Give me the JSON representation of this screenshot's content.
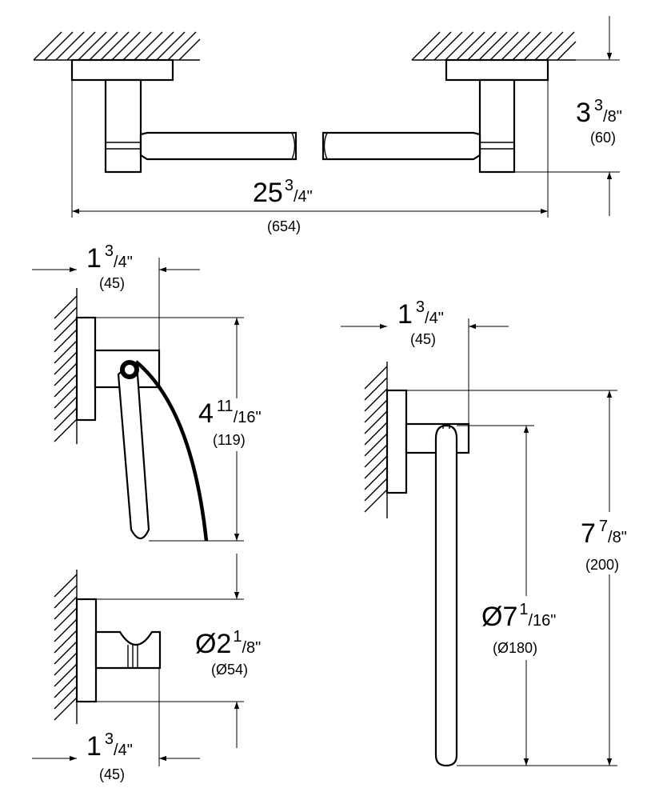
{
  "towel_bar": {
    "width_whole": "25",
    "width_num": "3",
    "width_den": "/4\"",
    "width_mm": "(654)",
    "depth_whole": "3",
    "depth_num": "3",
    "depth_den": "/8\"",
    "depth_mm": "(60)"
  },
  "paper_holder": {
    "proj_whole": "1",
    "proj_num": "3",
    "proj_den": "/4\"",
    "proj_mm": "(45)",
    "height_whole": "4",
    "height_num": "11",
    "height_den": "/16\"",
    "height_mm": "(119)"
  },
  "robe_hook": {
    "dia_whole": "Ø2",
    "dia_num": "1",
    "dia_den": "/8\"",
    "dia_mm": "(Ø54)",
    "proj_whole": "1",
    "proj_num": "3",
    "proj_den": "/4\"",
    "proj_mm": "(45)"
  },
  "towel_ring": {
    "proj_whole": "1",
    "proj_num": "3",
    "proj_den": "/4\"",
    "proj_mm": "(45)",
    "height_whole": "7",
    "height_num": "7",
    "height_den": "/8\"",
    "height_mm": "(200)",
    "dia_whole": "Ø7",
    "dia_num": "1",
    "dia_den": "/16\"",
    "dia_mm": "(Ø180)"
  }
}
